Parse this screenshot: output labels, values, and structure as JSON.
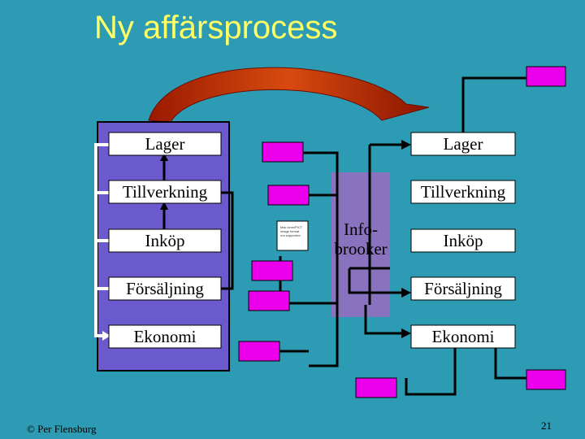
{
  "title": "Ny affärsprocess",
  "left_panel": {
    "boxes": [
      "Lager",
      "Tillverkning",
      "Inköp",
      "Försäljning",
      "Ekonomi"
    ]
  },
  "right_panel": {
    "boxes": [
      "Lager",
      "Tillverkning",
      "Inköp",
      "Försäljning",
      "Ekonomi"
    ]
  },
  "broker": {
    "label_line1": "Info-",
    "label_line2": "brooker"
  },
  "thumbnail_text": "Mac lcms/PICT\nimage format\nnot supported",
  "footer": "© Per Flensburg",
  "page_number": "21",
  "colors": {
    "background": "#2D9BB4",
    "title": "#FFFF66",
    "panel": "#6A5ACD",
    "box": "#EC00EC",
    "broker": "#9A6BC0",
    "arrow": "#B22200"
  }
}
